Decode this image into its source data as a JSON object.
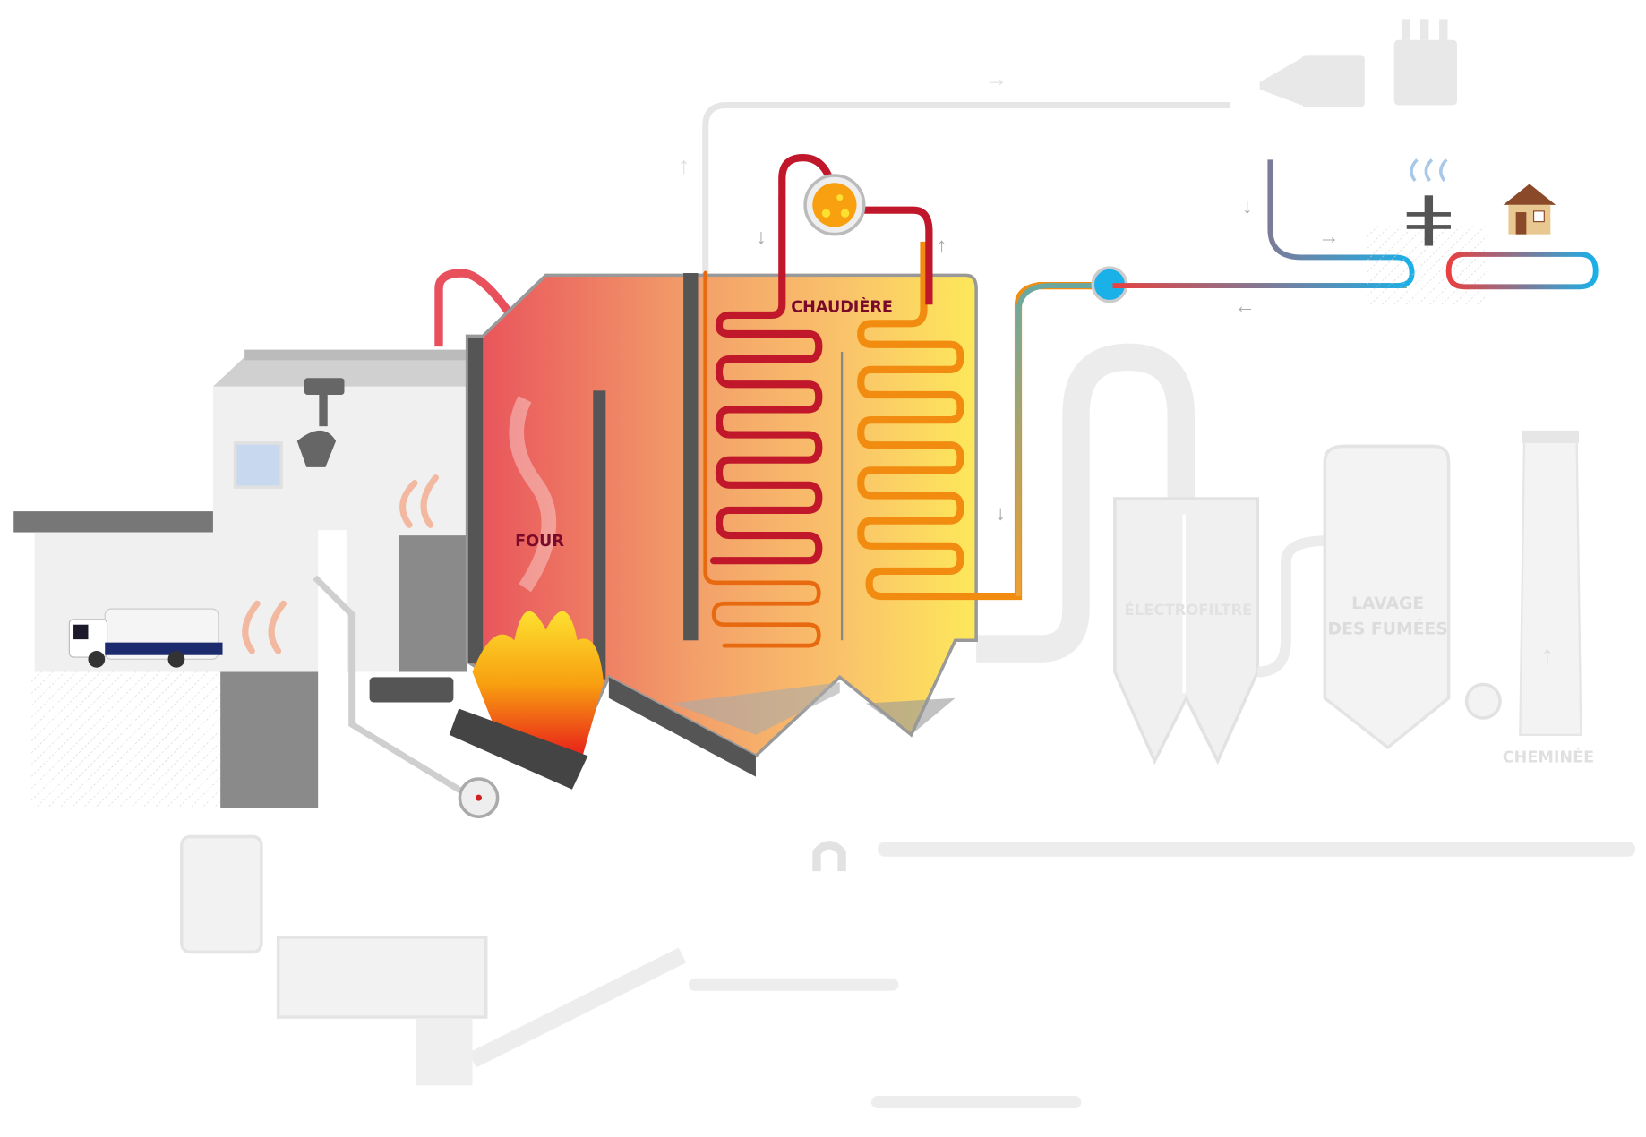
{
  "labels": {
    "four": "FOUR",
    "chaudiere": "CHAUDIÈRE",
    "electrofiltre": "ÉLECTROFILTRE",
    "lavage_line1": "LAVAGE",
    "lavage_line2": "DES FUMÉES",
    "cheminee": "CHEMINÉE"
  },
  "colors": {
    "furnace_hot": "#e8505b",
    "boiler_warm": "#f4a460",
    "boiler_yellow": "#fde85a",
    "pipe_red": "#c0182a",
    "pipe_orange": "#f28c10",
    "pipe_blue": "#1ab0e8",
    "label_dark": "#7a0a2a",
    "faded": "#e6e6e6"
  }
}
